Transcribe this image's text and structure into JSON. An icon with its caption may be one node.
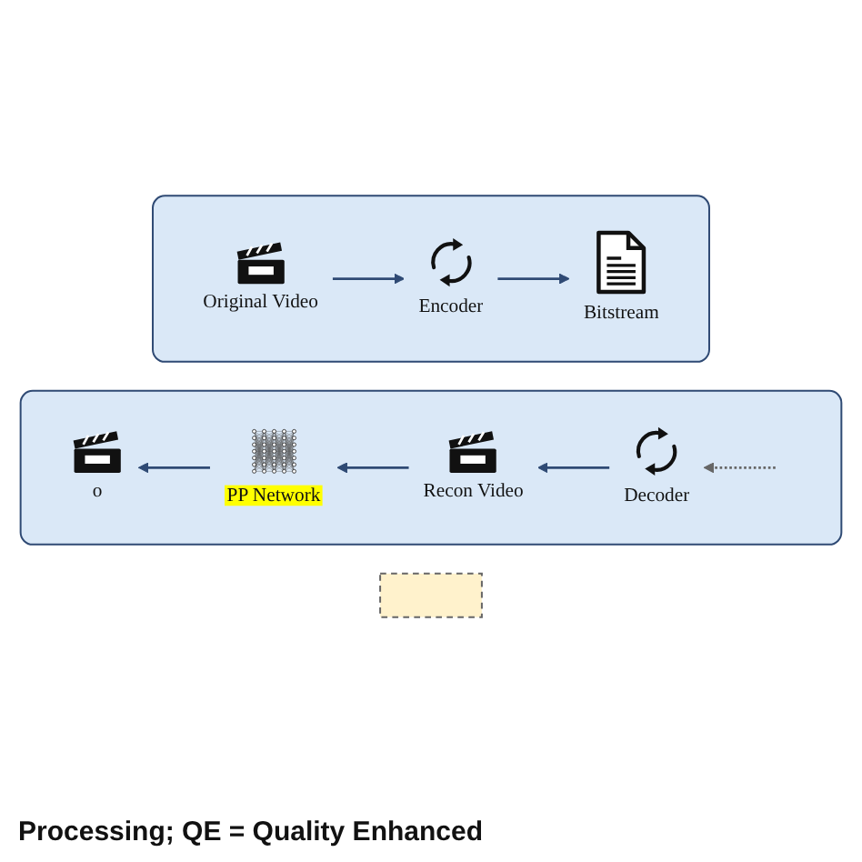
{
  "diagram": {
    "caption": "Processing; QE = Quality Enhanced",
    "nodes": [
      {
        "text": [],
        "shape": "box"
      },
      {
        "text": [
          "Original Video"
        ],
        "in": 0
      },
      {
        "text": [
          "Encoder"
        ],
        "in": 0
      },
      {
        "text": [
          "Bitstream"
        ],
        "in": 0
      },
      {
        "text": [],
        "shape": "box"
      },
      {
        "text": [],
        "shape": "box"
      },
      {
        "text": [
          "o"
        ],
        "in": 5
      },
      {
        "text": [
          "PP Network"
        ],
        "in": 5
      },
      {
        "text": [
          "Recon Video"
        ],
        "in": 5
      },
      {
        "text": [
          "Decoder"
        ],
        "in": 5
      }
    ],
    "edges": [
      {
        "from": 1,
        "to": 2,
        "arrow": "to"
      },
      {
        "from": 2,
        "to": 3,
        "arrow": "to"
      },
      {
        "from": 9,
        "to": 8,
        "arrow": "to"
      },
      {
        "from": 8,
        "to": 7,
        "arrow": "to"
      },
      {
        "from": 7,
        "to": 6,
        "arrow": "to"
      },
      {
        "from": null,
        "to": 9,
        "arrow": "to",
        "style": "dashed",
        "color": "#666666"
      }
    ]
  }
}
